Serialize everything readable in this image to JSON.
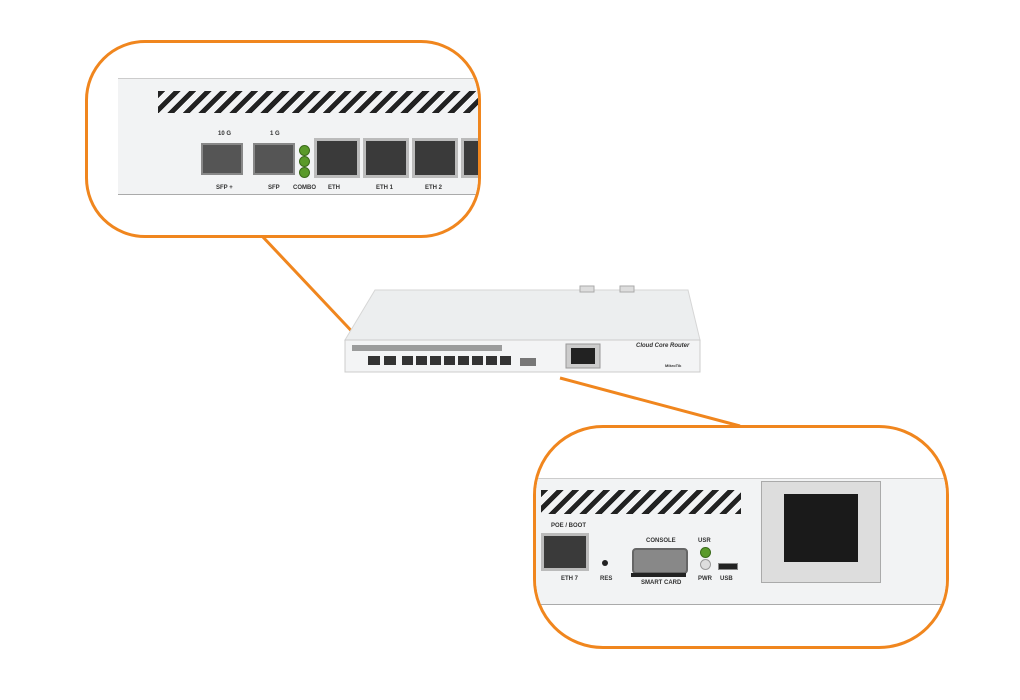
{
  "accent_color": "#f0861e",
  "top_callout": {
    "sfp_plus_speed": "10 G",
    "sfp_speed": "1 G",
    "sfp_plus": "SFP +",
    "sfp": "SFP",
    "combo": "COMBO",
    "eth": "ETH",
    "eth1": "ETH 1",
    "eth2": "ETH 2"
  },
  "bottom_callout": {
    "poe_boot": "POE / BOOT",
    "eth7": "ETH 7",
    "res": "RES",
    "console": "CONSOLE",
    "smart_card": "SMART CARD",
    "usr": "USR",
    "pwr": "PWR",
    "usb": "USB"
  },
  "device": {
    "brand_text": "Cloud Core Router",
    "logo": "MikroTik"
  }
}
